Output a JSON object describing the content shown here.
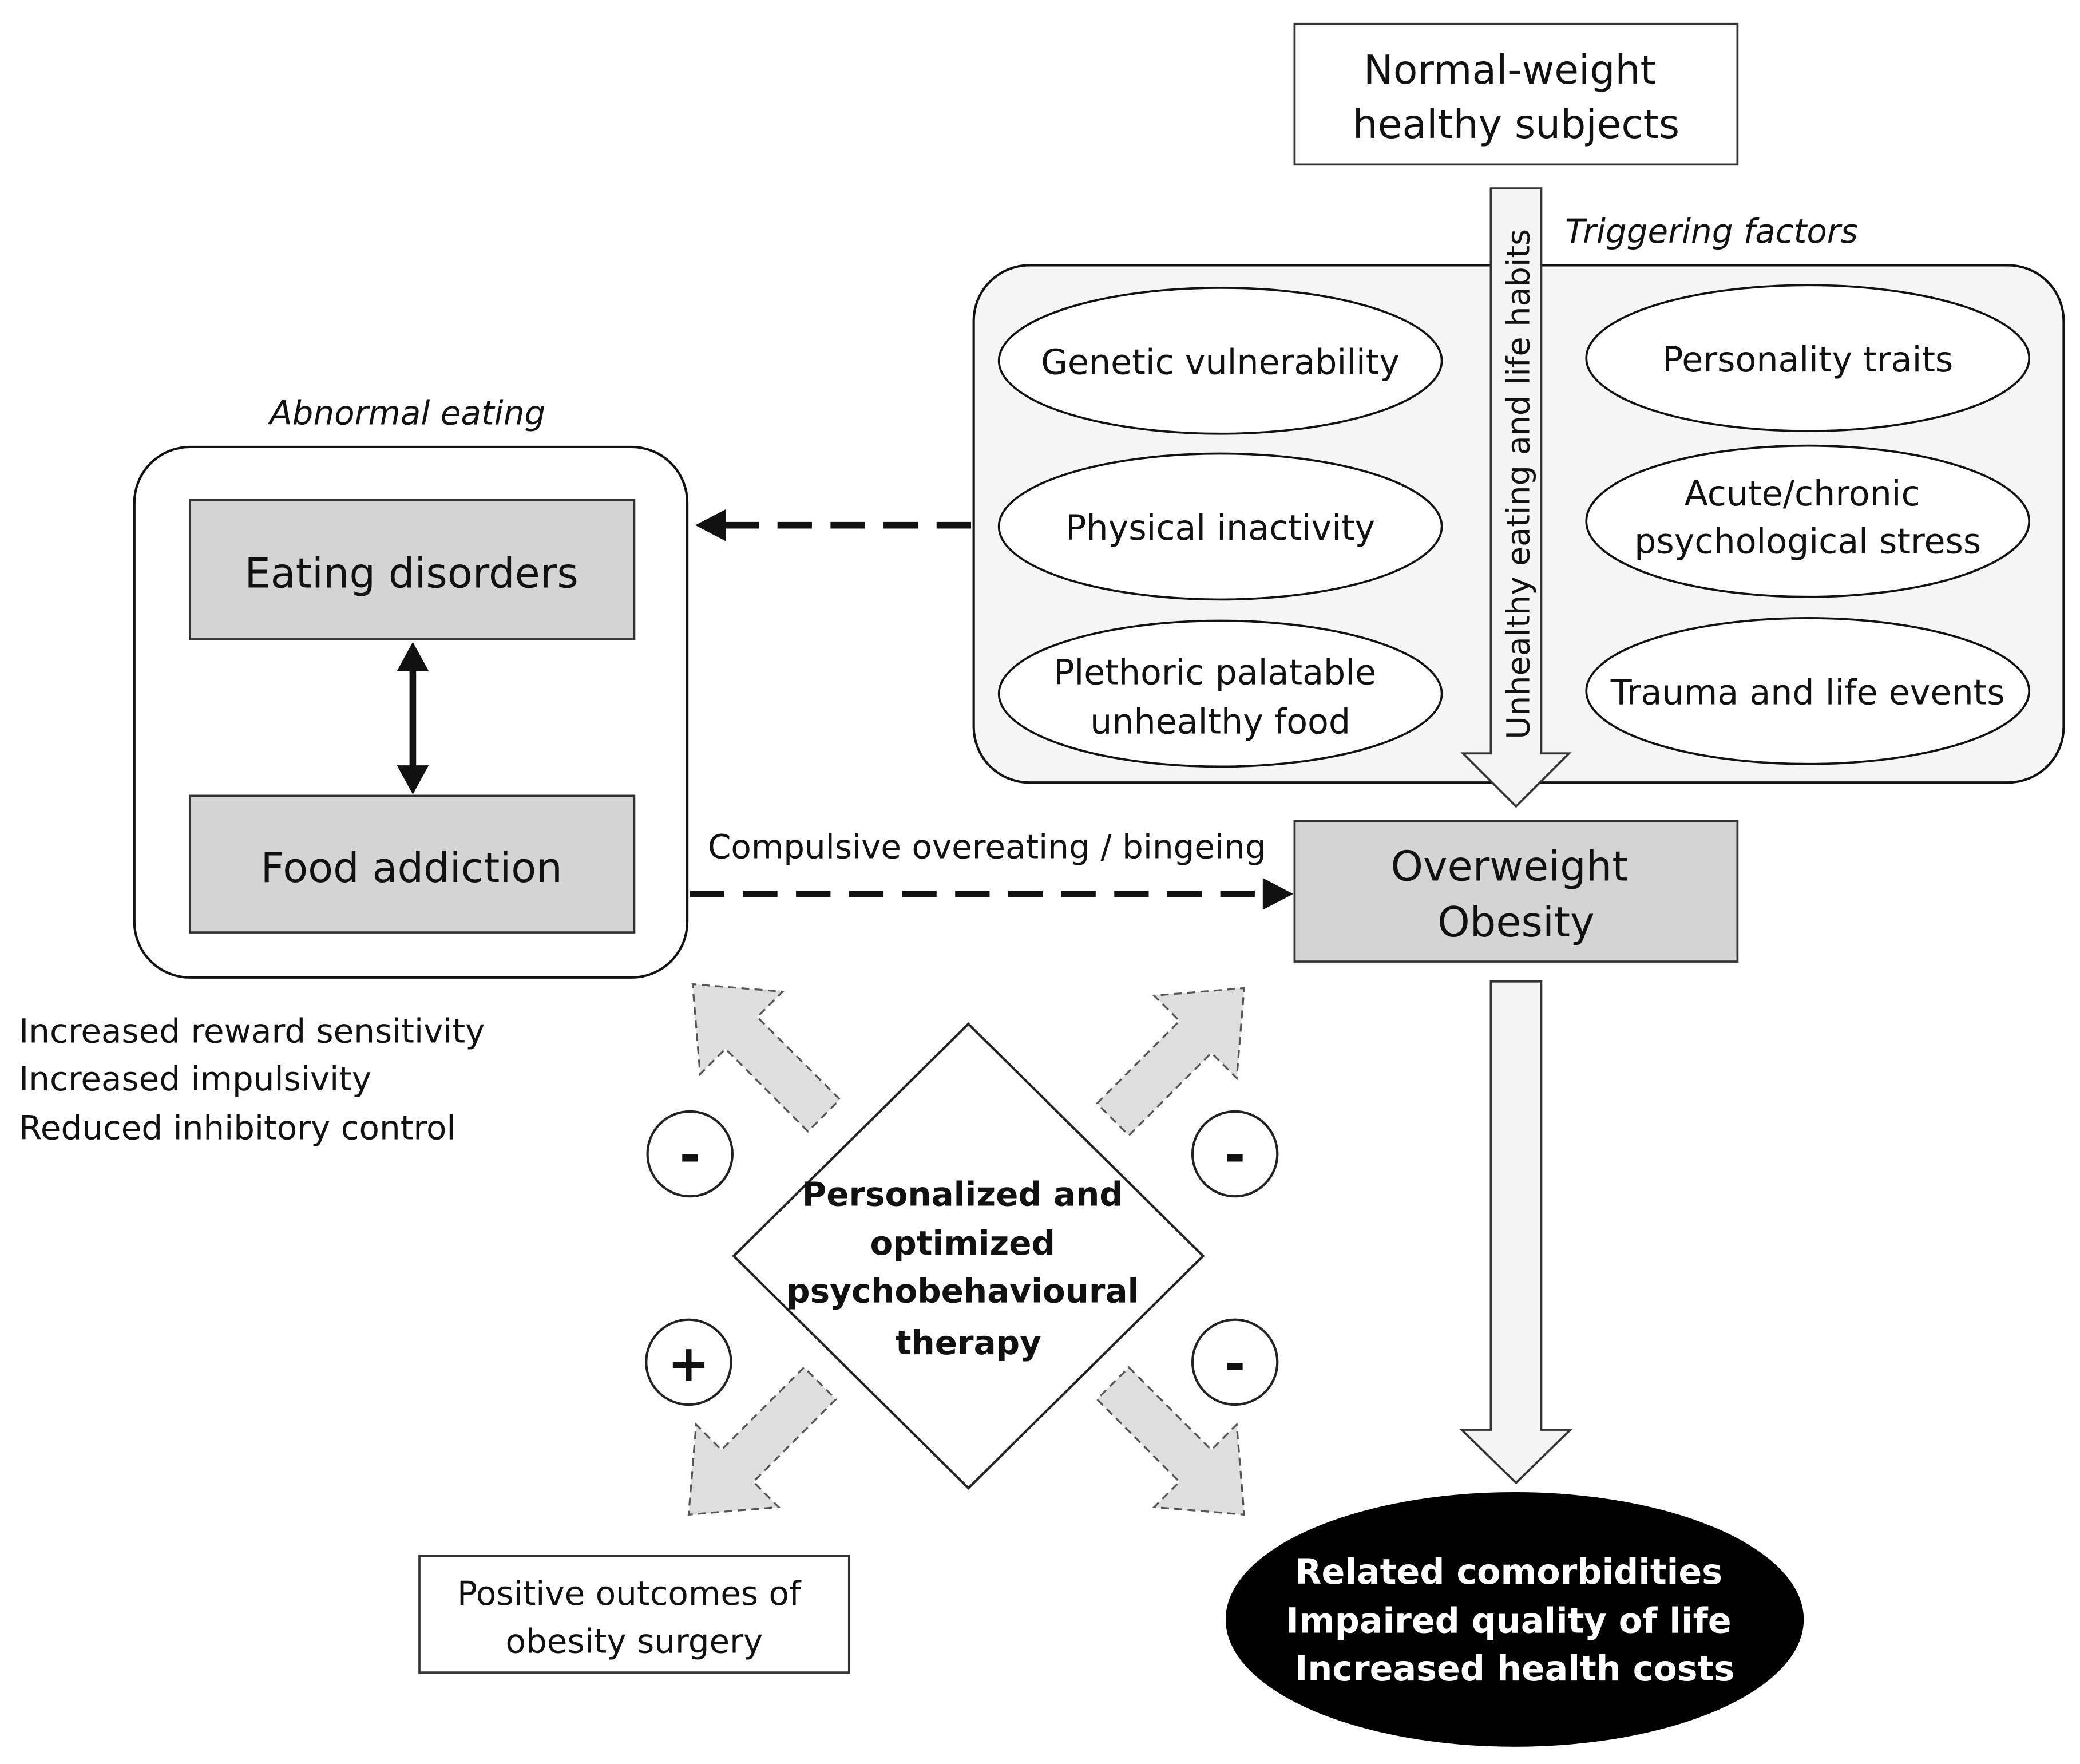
{
  "nodes": {
    "normal_weight": [
      "Normal-weight",
      "healthy subjects"
    ],
    "triggering_title": "Triggering factors",
    "genetic": "Genetic vulnerability",
    "inactivity": "Physical inactivity",
    "plethoric": [
      "Plethoric palatable",
      "unhealthy food"
    ],
    "personality": "Personality traits",
    "stress": [
      "Acute/chronic",
      "psychological stress"
    ],
    "trauma": "Trauma and life events",
    "unhealthy_habits": "Unhealthy eating and life habits",
    "abnormal_title": "Abnormal eating",
    "eating_disorders": "Eating disorders",
    "food_addiction": "Food addiction",
    "compulsive": "Compulsive overeating / bingeing",
    "overweight": [
      "Overweight",
      "Obesity"
    ],
    "traits": [
      "Increased reward sensitivity",
      "Increased impulsivity",
      "Reduced inhibitory control"
    ],
    "therapy": [
      "Personalized and",
      "optimized",
      "psychobehavioural",
      "therapy"
    ],
    "positive_outcomes": [
      "Positive outcomes of",
      "obesity surgery"
    ],
    "comorbidities": [
      "Related comorbidities",
      "Impaired quality of life",
      "Increased health costs"
    ]
  },
  "effect_signs": {
    "upper_left": "-",
    "upper_right": "-",
    "lower_left": "+",
    "lower_right": "-"
  }
}
